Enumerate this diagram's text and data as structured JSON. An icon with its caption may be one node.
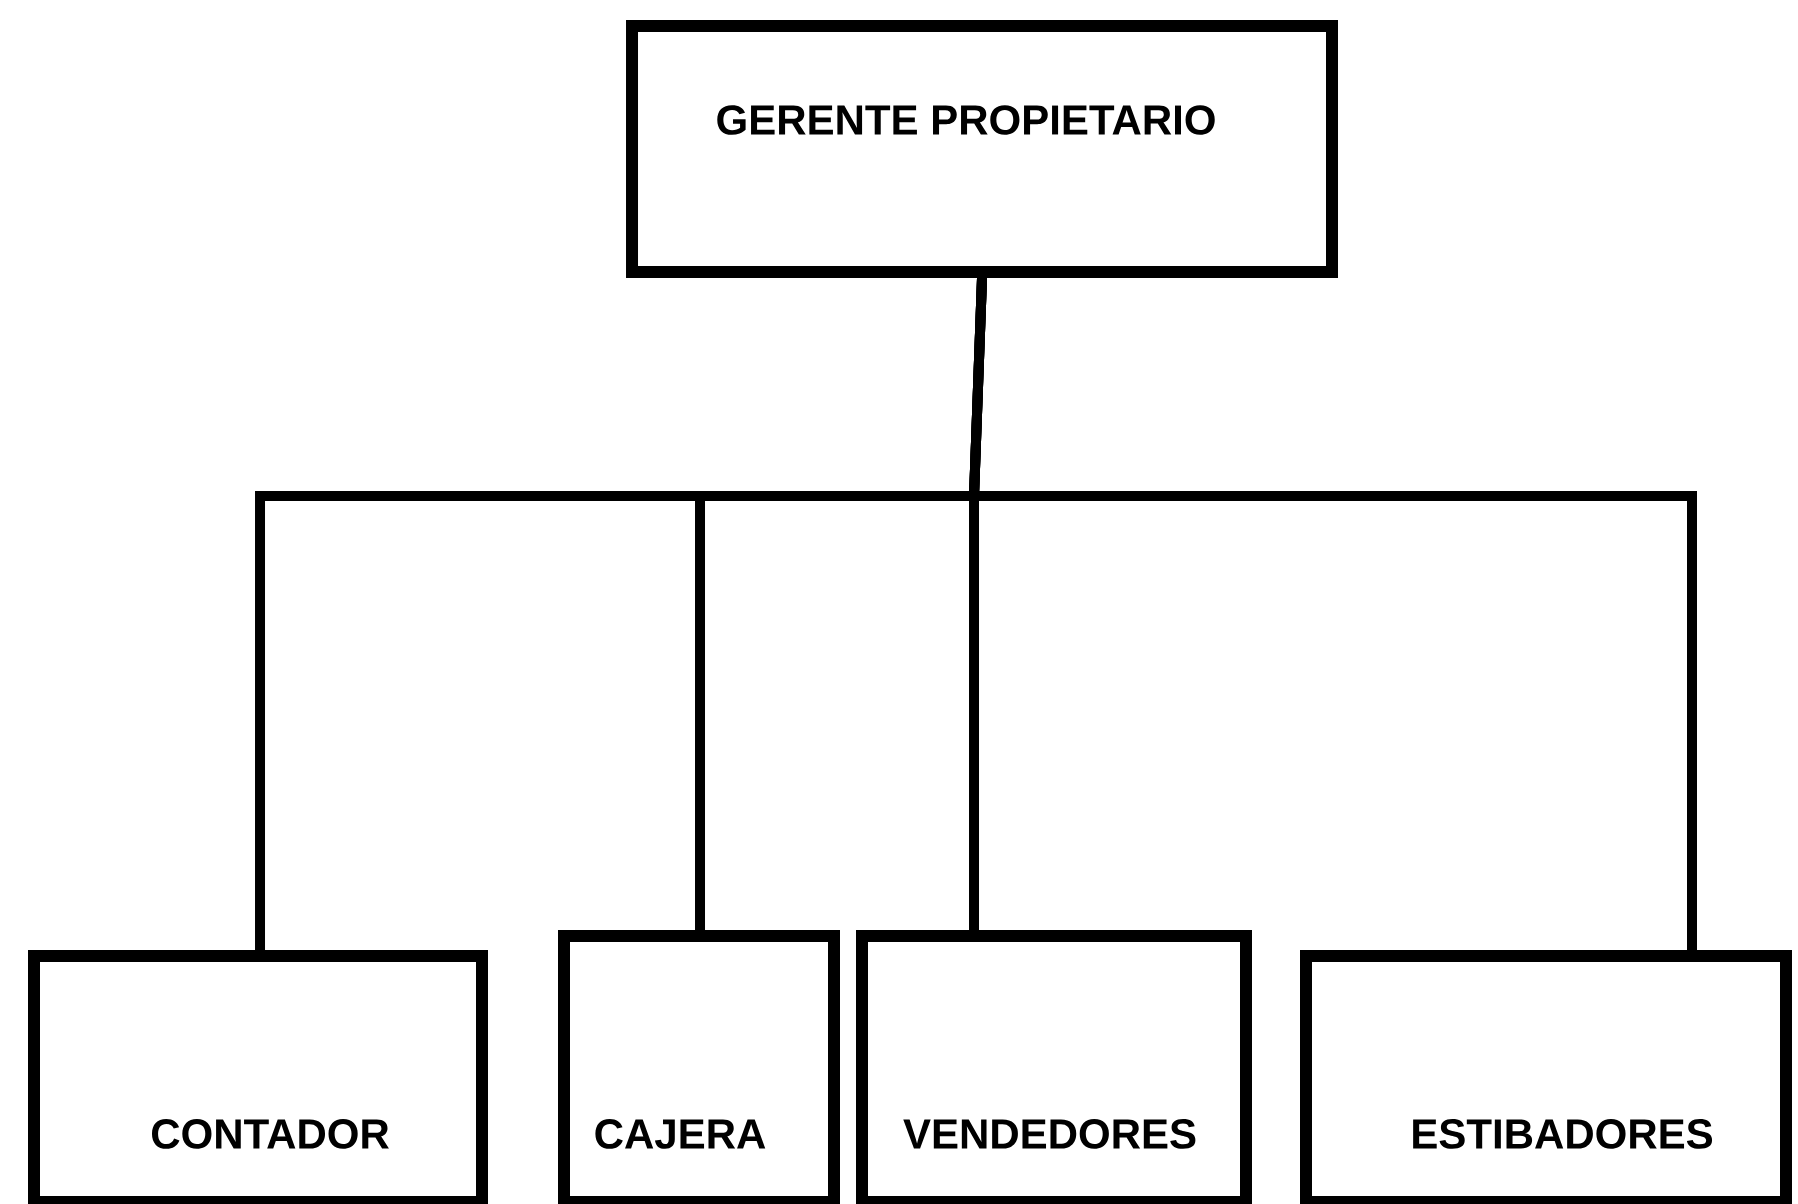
{
  "diagram": {
    "nodes": [
      {
        "text": [
          "GERENTE PROPIETARIO"
        ]
      },
      {
        "text": [
          "CONTADOR"
        ]
      },
      {
        "text": [
          "CAJERA"
        ]
      },
      {
        "text": [
          "VENDEDORES"
        ]
      },
      {
        "text": [
          "ESTIBADORES"
        ]
      }
    ],
    "edges": [
      {
        "from": 0,
        "to": 1,
        "arrow": "none"
      },
      {
        "from": 0,
        "to": 2,
        "arrow": "none"
      },
      {
        "from": 0,
        "to": 3,
        "arrow": "none"
      },
      {
        "from": 0,
        "to": 4,
        "arrow": "none"
      }
    ]
  }
}
